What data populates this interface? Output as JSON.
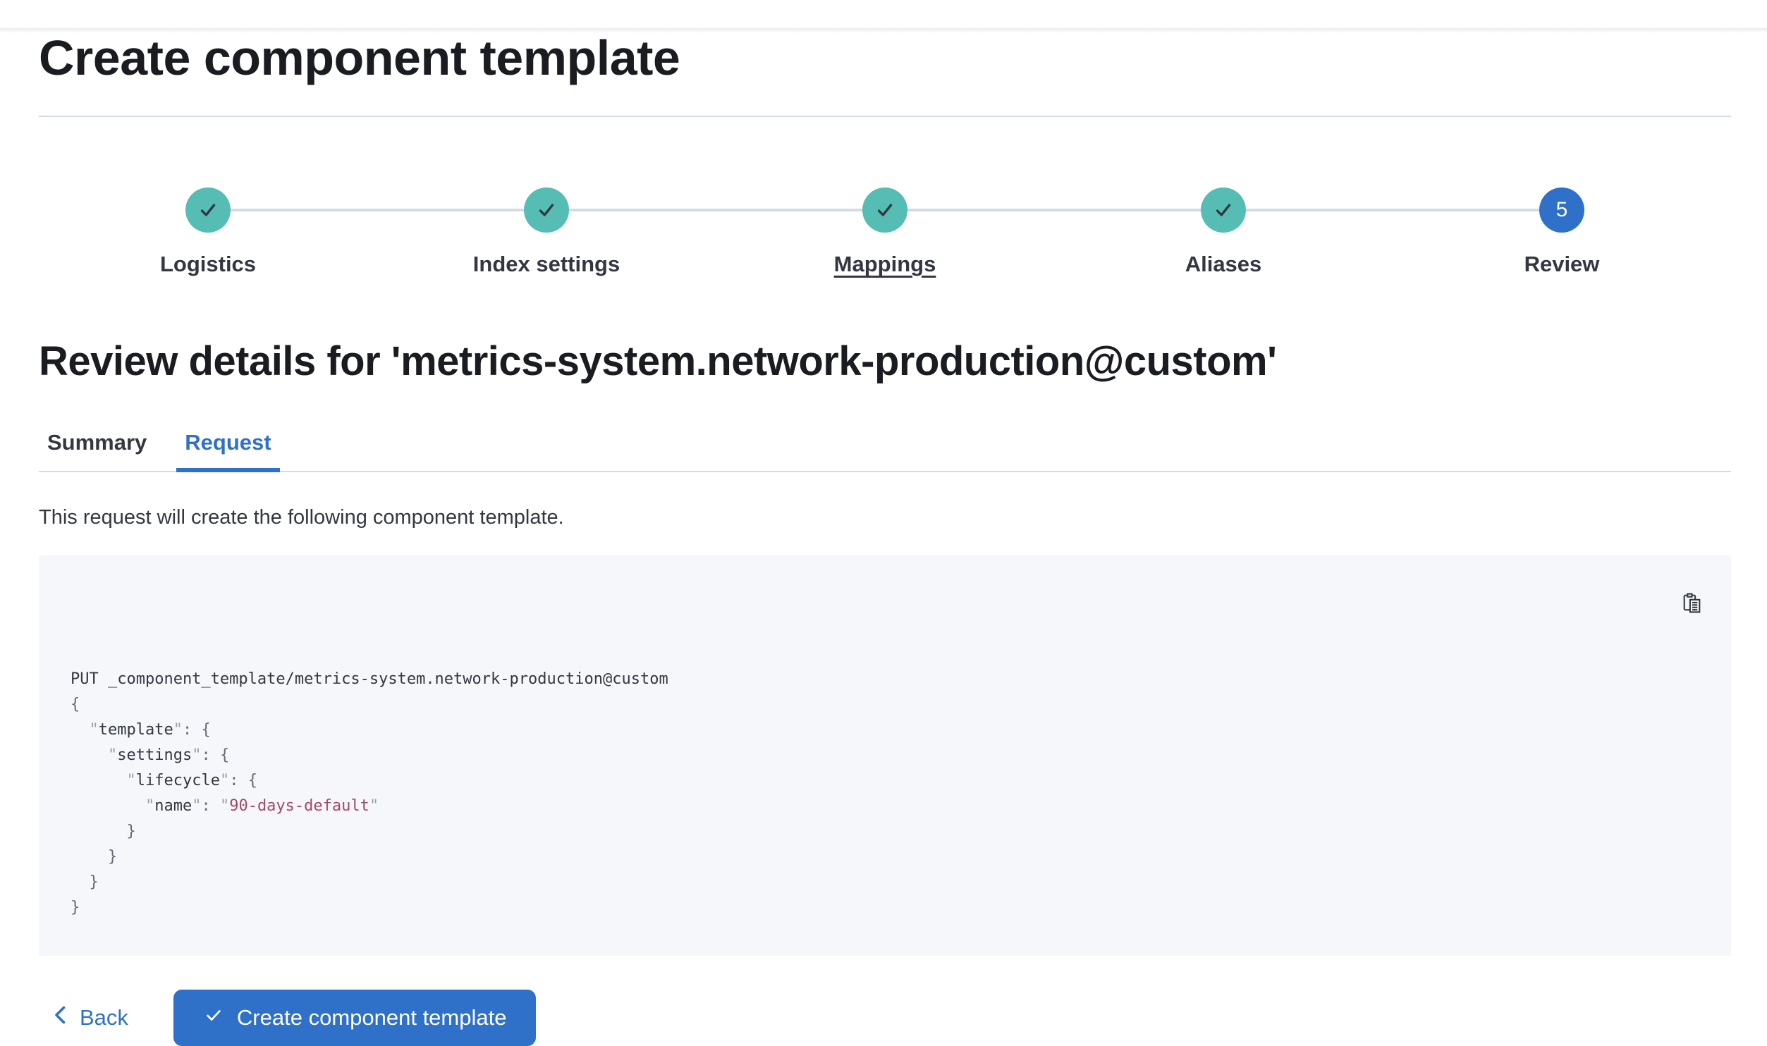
{
  "page": {
    "title": "Create component template"
  },
  "stepper": {
    "steps": [
      {
        "label": "Logistics",
        "status": "complete",
        "icon": "check-icon"
      },
      {
        "label": "Index settings",
        "status": "complete",
        "icon": "check-icon"
      },
      {
        "label": "Mappings",
        "status": "complete",
        "icon": "check-icon",
        "underlined": true
      },
      {
        "label": "Aliases",
        "status": "complete",
        "icon": "check-icon"
      },
      {
        "label": "Review",
        "status": "current",
        "number": "5"
      }
    ]
  },
  "review": {
    "heading": "Review details for 'metrics-system.network-production@custom'",
    "tabs": [
      {
        "label": "Summary",
        "active": false
      },
      {
        "label": "Request",
        "active": true
      }
    ],
    "description": "This request will create the following component template."
  },
  "code_block": {
    "copy_icon": "copy-clipboard-icon",
    "lines": [
      {
        "tokens": [
          {
            "type": "plain",
            "text": "PUT _component_template/metrics-system.network-production@custom"
          }
        ]
      },
      {
        "tokens": [
          {
            "type": "punct",
            "text": "{"
          }
        ]
      },
      {
        "tokens": [
          {
            "type": "plain",
            "text": "  "
          },
          {
            "type": "quote",
            "text": "\""
          },
          {
            "type": "key",
            "text": "template"
          },
          {
            "type": "quote",
            "text": "\""
          },
          {
            "type": "punct",
            "text": ": {"
          }
        ]
      },
      {
        "tokens": [
          {
            "type": "plain",
            "text": "    "
          },
          {
            "type": "quote",
            "text": "\""
          },
          {
            "type": "key",
            "text": "settings"
          },
          {
            "type": "quote",
            "text": "\""
          },
          {
            "type": "punct",
            "text": ": {"
          }
        ]
      },
      {
        "tokens": [
          {
            "type": "plain",
            "text": "      "
          },
          {
            "type": "quote",
            "text": "\""
          },
          {
            "type": "key",
            "text": "lifecycle"
          },
          {
            "type": "quote",
            "text": "\""
          },
          {
            "type": "punct",
            "text": ": {"
          }
        ]
      },
      {
        "tokens": [
          {
            "type": "plain",
            "text": "        "
          },
          {
            "type": "quote",
            "text": "\""
          },
          {
            "type": "key",
            "text": "name"
          },
          {
            "type": "quote",
            "text": "\""
          },
          {
            "type": "punct",
            "text": ": "
          },
          {
            "type": "quote",
            "text": "\""
          },
          {
            "type": "string",
            "text": "90-days-default"
          },
          {
            "type": "quote",
            "text": "\""
          }
        ]
      },
      {
        "tokens": [
          {
            "type": "punct",
            "text": "      }"
          }
        ]
      },
      {
        "tokens": [
          {
            "type": "punct",
            "text": "    }"
          }
        ]
      },
      {
        "tokens": [
          {
            "type": "punct",
            "text": "  }"
          }
        ]
      },
      {
        "tokens": [
          {
            "type": "punct",
            "text": "}"
          }
        ]
      }
    ]
  },
  "footer": {
    "back_label": "Back",
    "submit_label": "Create component template"
  },
  "colors": {
    "accent_blue": "#2f70c8",
    "success_teal": "#55bdb3",
    "divider_gray": "#d3dae6",
    "code_background": "#f5f7fa",
    "heading_text": "#1a1c21",
    "body_text": "#343741",
    "code_string": "#a34a68"
  }
}
